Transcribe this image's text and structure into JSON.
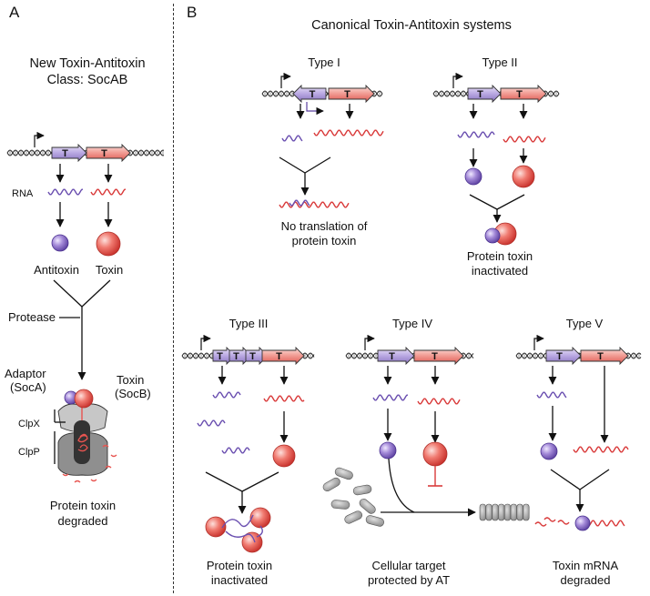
{
  "panel_a": {
    "letter": "A",
    "title_line1": "New Toxin-Antitoxin",
    "title_line2": "Class: SocAB",
    "rna_label": "RNA",
    "antitoxin_label": "Antitoxin",
    "toxin_label": "Toxin",
    "protease_label": "Protease",
    "adaptor_line1": "Adaptor",
    "adaptor_line2": "(SocA)",
    "toxin2_line1": "Toxin",
    "toxin2_line2": "(SocB)",
    "clpx_label": "ClpX",
    "clpp_label": "ClpP",
    "result_line1": "Protein toxin",
    "result_line2": "degraded",
    "gene_letter": "T"
  },
  "panel_b": {
    "letter": "B",
    "title": "Canonical Toxin-Antitoxin systems",
    "type1": {
      "title": "Type I",
      "result_line1": "No translation of",
      "result_line2": "protein toxin"
    },
    "type2": {
      "title": "Type II",
      "result_line1": "Protein toxin",
      "result_line2": "inactivated"
    },
    "type3": {
      "title": "Type III",
      "result_line1": "Protein toxin",
      "result_line2": "inactivated"
    },
    "type4": {
      "title": "Type IV",
      "result_line1": "Cellular target",
      "result_line2": "protected by AT"
    },
    "type5": {
      "title": "Type V",
      "result_line1": "Toxin mRNA",
      "result_line2": "degraded"
    }
  },
  "colors": {
    "antitoxin": "#8a74c0",
    "toxin": "#e8504a",
    "rna_antitoxin": "#6a4fb0",
    "rna_toxin": "#d93a3a",
    "protease": "#bcbcbc"
  }
}
